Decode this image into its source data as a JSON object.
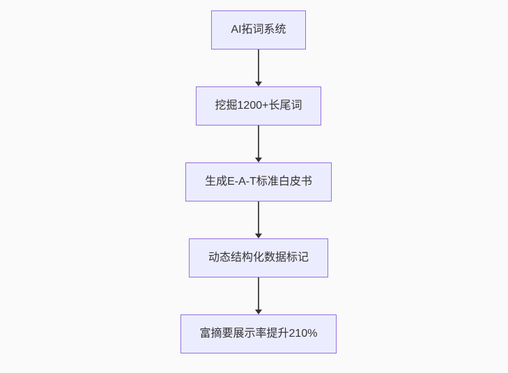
{
  "page": {
    "background_color": "#fafafa"
  },
  "flowchart": {
    "type": "vertical-flowchart",
    "direction": "top-down",
    "node_fill_color": "#ececff",
    "node_border_color": "#9370db",
    "node_text_color": "#333333",
    "arrow_color": "#333333",
    "nodes": [
      {
        "id": "step-1",
        "label": "AI拓词系统"
      },
      {
        "id": "step-2",
        "label": "挖掘1200+长尾词"
      },
      {
        "id": "step-3",
        "label": "生成E-A-T标准白皮书"
      },
      {
        "id": "step-4",
        "label": "动态结构化数据标记"
      },
      {
        "id": "step-5",
        "label": "富摘要展示率提升210%"
      }
    ],
    "edges": [
      {
        "from": "step-1",
        "to": "step-2"
      },
      {
        "from": "step-2",
        "to": "step-3"
      },
      {
        "from": "step-3",
        "to": "step-4"
      },
      {
        "from": "step-4",
        "to": "step-5"
      }
    ]
  }
}
